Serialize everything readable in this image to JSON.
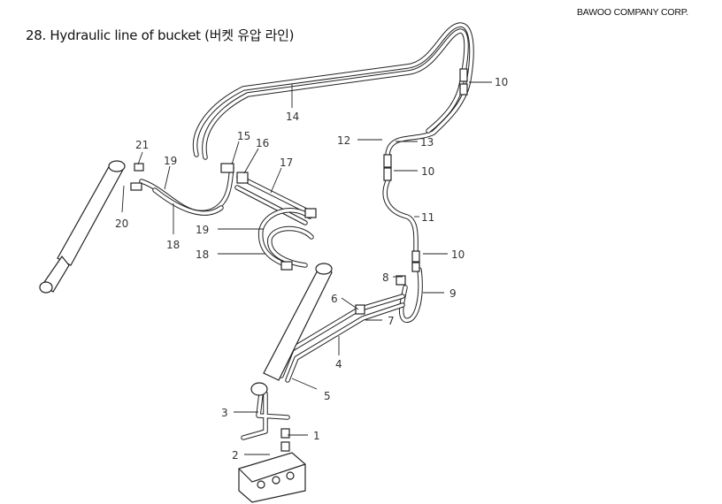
{
  "header": {
    "company": "BAWOO COMPANY CORP.",
    "title": "28. Hydraulic line of bucket (버켓 유압 라인)"
  },
  "callouts": [
    "10",
    "14",
    "15",
    "16",
    "21",
    "19",
    "17",
    "12",
    "13",
    "10",
    "11",
    "20",
    "18",
    "19",
    "18",
    "10",
    "8",
    "9",
    "6",
    "7",
    "4",
    "5",
    "3",
    "1",
    "2"
  ]
}
